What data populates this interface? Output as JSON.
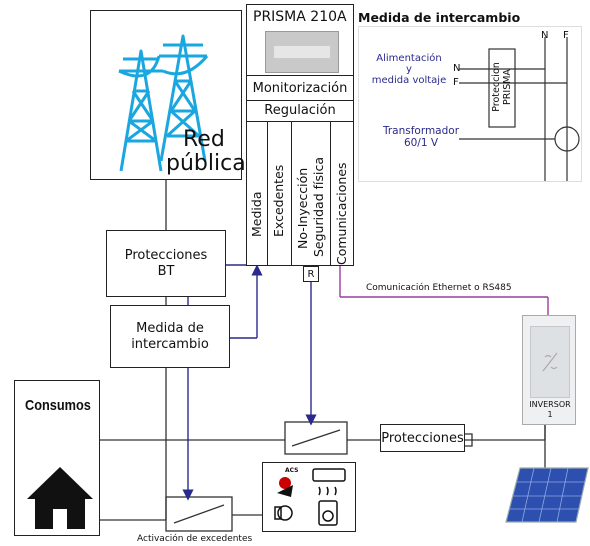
{
  "red": {
    "line1": "Red",
    "line2": "pública"
  },
  "prisma": {
    "title": "PRISMA 210A",
    "monitor": "Monitorización",
    "regulacion": "Regulación",
    "signals": [
      "Medida",
      "Excedentes",
      "No-Inyección",
      "Seguridad física",
      "Comunicaciones"
    ],
    "relay": "R"
  },
  "exchange": {
    "title": "Medida de intercambio",
    "n": "N",
    "f": "F",
    "alim_line1": "Alimentación",
    "alim_line2": "y",
    "alim_line3": "medida voltaje",
    "n_tag": "N",
    "f_tag": "F",
    "prot_line1": "Proteccion",
    "prot_line2": "PRISMA",
    "trafo_line1": "Transformador",
    "trafo_line2": "60/1 V"
  },
  "protecciones_bt": {
    "line1": "Protecciones",
    "line2": "BT"
  },
  "medida_int": {
    "line1": "Medida de",
    "line2": "intercambio"
  },
  "consumos": "Consumos",
  "protecciones": "Protecciones",
  "inversor": {
    "line1": "INVERSOR",
    "line2": "1"
  },
  "comm_label": "Comunicación Ethernet o RS485",
  "activacion": "Activación de excedentes",
  "acs": "ACS",
  "colors": {
    "tower": "#1aa7e0",
    "signal": "#2a2a8c",
    "comm": "#9b3fa0",
    "line": "#333333"
  }
}
